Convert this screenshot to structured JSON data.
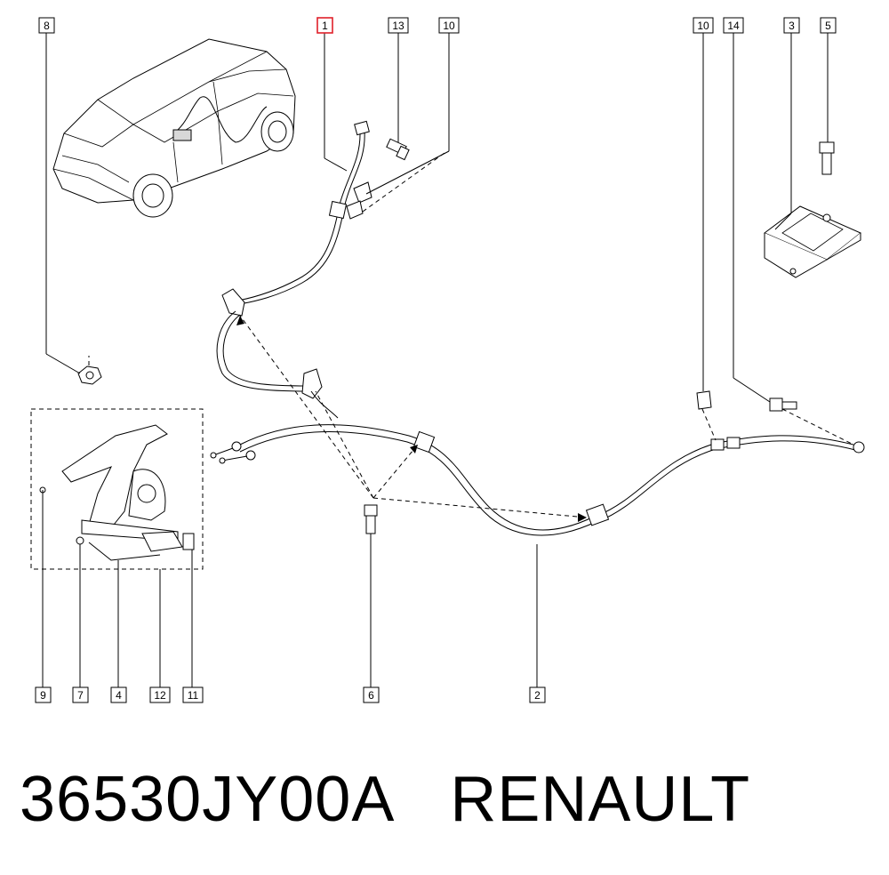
{
  "callouts": [
    {
      "label": "8",
      "highlight": false
    },
    {
      "label": "1",
      "highlight": true
    },
    {
      "label": "13",
      "highlight": false
    },
    {
      "label": "10",
      "highlight": false
    },
    {
      "label": "10",
      "highlight": false
    },
    {
      "label": "14",
      "highlight": false
    },
    {
      "label": "3",
      "highlight": false
    },
    {
      "label": "5",
      "highlight": false
    },
    {
      "label": "9",
      "highlight": false
    },
    {
      "label": "7",
      "highlight": false
    },
    {
      "label": "4",
      "highlight": false
    },
    {
      "label": "12",
      "highlight": false
    },
    {
      "label": "11",
      "highlight": false
    },
    {
      "label": "6",
      "highlight": false
    },
    {
      "label": "2",
      "highlight": false
    }
  ],
  "footer": {
    "part_number": "36530JY00A",
    "brand": "RENAULT"
  },
  "colors": {
    "highlight": "#e0202a",
    "line": "#000000",
    "background": "#ffffff"
  }
}
